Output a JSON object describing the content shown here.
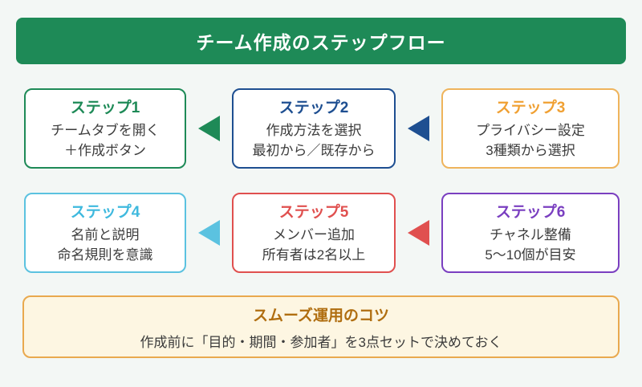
{
  "page": {
    "background": "#f3f7f5"
  },
  "header": {
    "title": "チーム作成のステップフロー",
    "bg_color": "#1e8a57",
    "text_color": "#ffffff"
  },
  "steps": [
    {
      "label": "ステップ1",
      "lines": [
        "チームタブを開く",
        "＋作成ボタン"
      ],
      "border_color": "#1e8a57",
      "title_color": "#1e8a57"
    },
    {
      "label": "ステップ2",
      "lines": [
        "作成方法を選択",
        "最初から／既存から"
      ],
      "border_color": "#1e4f91",
      "title_color": "#1e4f91"
    },
    {
      "label": "ステップ3",
      "lines": [
        "プライバシー設定",
        "3種類から選択"
      ],
      "border_color": "#efb45c",
      "title_color": "#f0a032"
    },
    {
      "label": "ステップ4",
      "lines": [
        "名前と説明",
        "命名規則を意識"
      ],
      "border_color": "#5bc2e0",
      "title_color": "#3fb9de"
    },
    {
      "label": "ステップ5",
      "lines": [
        "メンバー追加",
        "所有者は2名以上"
      ],
      "border_color": "#e0504f",
      "title_color": "#e0504f"
    },
    {
      "label": "ステップ6",
      "lines": [
        "チャネル整備",
        "5〜10個が目安"
      ],
      "border_color": "#7a3fc0",
      "title_color": "#7a3fc0"
    }
  ],
  "arrows": [
    {
      "name": "arrow-to-step1",
      "color": "#1e8a57"
    },
    {
      "name": "arrow-to-step2",
      "color": "#1e4f91"
    },
    {
      "name": "arrow-to-step4",
      "color": "#5bc2e0"
    },
    {
      "name": "arrow-to-step5",
      "color": "#e0504f"
    }
  ],
  "footer": {
    "title": "スムーズ運用のコツ",
    "body": "作成前に「目的・期間・参加者」を3点セットで決めておく",
    "bg_color": "#fdf6e2",
    "border_color": "#e9a94e",
    "title_color": "#b06e10"
  }
}
